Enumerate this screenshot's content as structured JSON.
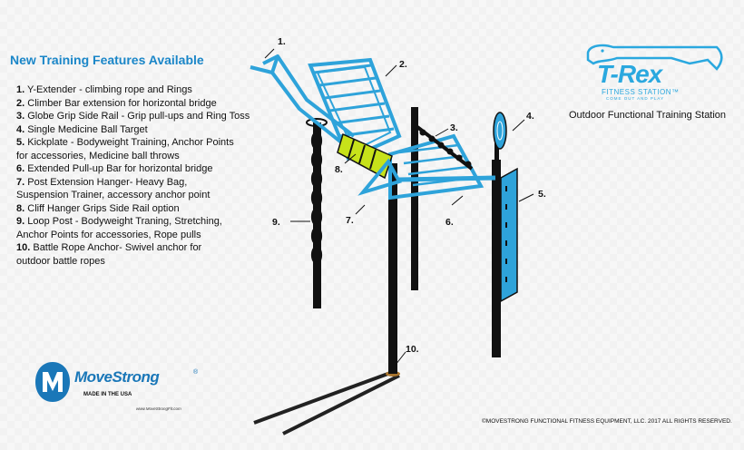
{
  "heading": "New Training Features Available",
  "features": [
    {
      "num": "1.",
      "text": " Y-Extender - climbing rope and Rings"
    },
    {
      "num": "2.",
      "text": " Climber Bar extension for horizontal bridge"
    },
    {
      "num": "3.",
      "text": " Globe Grip Side Rail - Grip pull-ups and Ring Toss"
    },
    {
      "num": "4.",
      "text": " Single Medicine Ball Target"
    },
    {
      "num": "5.",
      "text": " Kickplate - Bodyweight Training, Anchor Points\n    for accessories, Medicine ball throws"
    },
    {
      "num": "6.",
      "text": " Extended Pull-up Bar for horizontal bridge"
    },
    {
      "num": "7.",
      "text": " Post Extension Hanger- Heavy Bag,\n    Suspension Trainer, accessory anchor point"
    },
    {
      "num": "8.",
      "text": " Cliff Hanger Grips Side Rail option"
    },
    {
      "num": "9.",
      "text": " Loop Post - Bodyweight Traning,  Stretching,\nAnchor Points for accessories,  Rope pulls"
    },
    {
      "num": "10.",
      "text": " Battle Rope Anchor- Swivel anchor for\noutdoor battle ropes"
    }
  ],
  "callouts": [
    "1.",
    "2.",
    "3.",
    "4.",
    "5.",
    "6.",
    "7.",
    "8.",
    "9.",
    "10."
  ],
  "trex": {
    "title": "T-Rex",
    "subtitle": "FITNESS STATION™",
    "tagline": "COME OUT AND PLAY"
  },
  "station_caption": "Outdoor Functional Training Station",
  "movestrong": {
    "name": "MoveStrong",
    "reg": "®",
    "made": "MADE IN THE USA",
    "url": "www.MoveStrongFit.com"
  },
  "copyright": "©MOVESTRONG FUNCTIONAL FITNESS EQUIPMENT, LLC. 2017 ALL RIGHTS RESERVED.",
  "colors": {
    "accent": "#1a86c8",
    "equipment_blue": "#2ea3da",
    "post": "#111111",
    "grip": "#c7e21a"
  }
}
